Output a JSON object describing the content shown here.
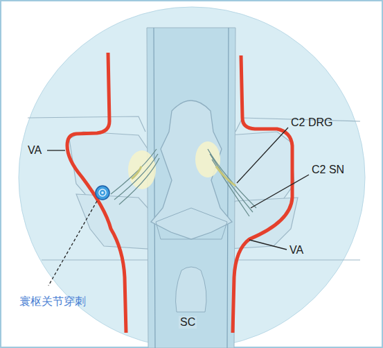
{
  "diagram": {
    "labels": [
      "VA",
      "C2 DRG",
      "C2 SN",
      "VA",
      "SC",
      "寰枢关节穿刺"
    ]
  }
}
